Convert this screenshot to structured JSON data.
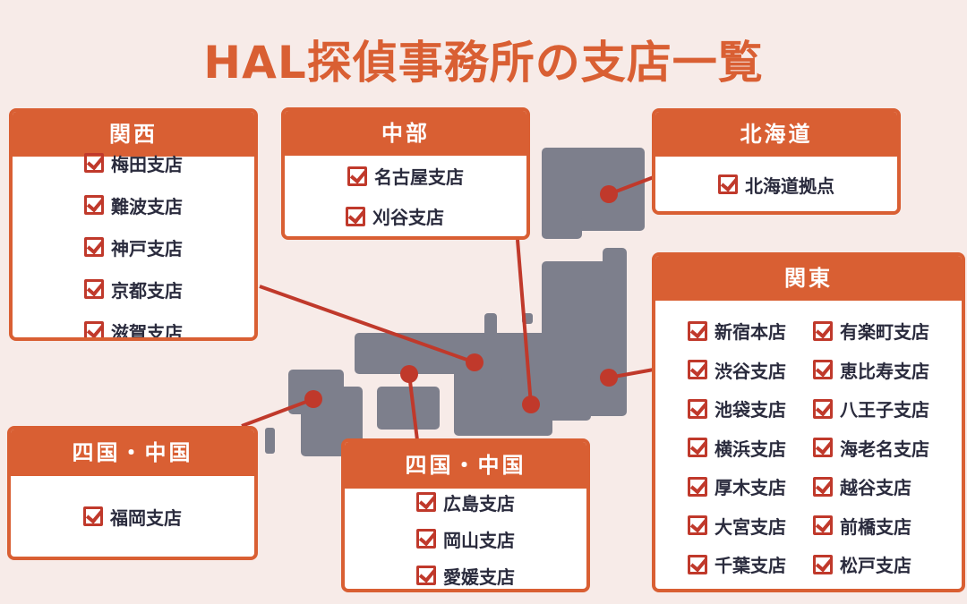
{
  "title": "HAL探偵事務所の支店一覧",
  "colors": {
    "accent": "#d95f33",
    "map": "#7d7f8c",
    "marker": "#c0392b",
    "background": "#f7ebe8"
  },
  "regions": {
    "kansai": {
      "name": "関西",
      "branches": [
        "梅田支店",
        "難波支店",
        "神戸支店",
        "京都支店",
        "滋賀支店"
      ]
    },
    "chubu": {
      "name": "中部",
      "branches": [
        "名古屋支店",
        "刈谷支店"
      ]
    },
    "hokkaido": {
      "name": "北海道",
      "branches": [
        "北海道拠点"
      ]
    },
    "kanto": {
      "name": "関東",
      "branches": [
        "新宿本店",
        "有楽町支店",
        "渋谷支店",
        "恵比寿支店",
        "池袋支店",
        "八王子支店",
        "横浜支店",
        "海老名支店",
        "厚木支店",
        "越谷支店",
        "大宮支店",
        "前橋支店",
        "千葉支店",
        "松戸支店"
      ]
    },
    "kyushu": {
      "name": "四国・中国",
      "branches": [
        "福岡支店"
      ]
    },
    "shikoku": {
      "name": "四国・中国",
      "branches": [
        "広島支店",
        "岡山支店",
        "愛媛支店"
      ]
    }
  }
}
